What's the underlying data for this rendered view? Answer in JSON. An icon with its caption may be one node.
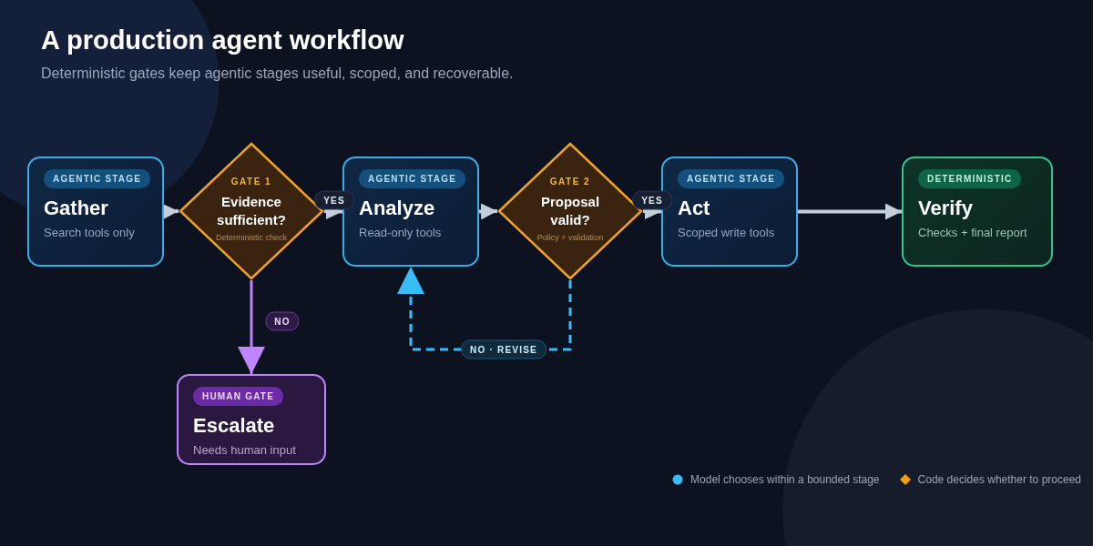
{
  "diagram": {
    "title": "A production agent workflow",
    "caption": "Deterministic gates keep agentic stages useful, scoped, and recoverable.",
    "nodes": [
      {
        "text": [
          "AGENTIC STAGE",
          "Gather",
          "Search tools only"
        ]
      },
      {
        "text": [
          "GATE 1",
          "Evidence sufficient?",
          "Deterministic check"
        ]
      },
      {
        "text": [
          "AGENTIC STAGE",
          "Analyze",
          "Read-only tools"
        ]
      },
      {
        "text": [
          "GATE 2",
          "Proposal valid?",
          "Policy + validation"
        ]
      },
      {
        "text": [
          "AGENTIC STAGE",
          "Act",
          "Scoped write tools"
        ]
      },
      {
        "text": [
          "DETERMINISTIC",
          "Verify",
          "Checks + final report"
        ]
      },
      {
        "text": [
          "HUMAN GATE",
          "Escalate",
          "Needs human input"
        ]
      }
    ],
    "edges": [
      {
        "from": 0,
        "to": 1,
        "arrow": "to"
      },
      {
        "from": 1,
        "to": 2,
        "arrow": "to",
        "label": "YES"
      },
      {
        "from": 2,
        "to": 3,
        "arrow": "to"
      },
      {
        "from": 3,
        "to": 4,
        "arrow": "to",
        "label": "YES"
      },
      {
        "from": 4,
        "to": 5,
        "arrow": "to"
      },
      {
        "from": 1,
        "to": 6,
        "arrow": "to",
        "label": "NO",
        "color": "#c084fc"
      },
      {
        "from": 3,
        "to": 2,
        "arrow": "to",
        "label": "NO · REVISE",
        "style": "dashed",
        "color": "#38bdf8"
      }
    ],
    "legend": [
      {
        "text": "Model chooses within a bounded stage",
        "color": "#38bdf8"
      },
      {
        "text": "Code decides whether to proceed",
        "color": "#f59e0b"
      }
    ]
  }
}
